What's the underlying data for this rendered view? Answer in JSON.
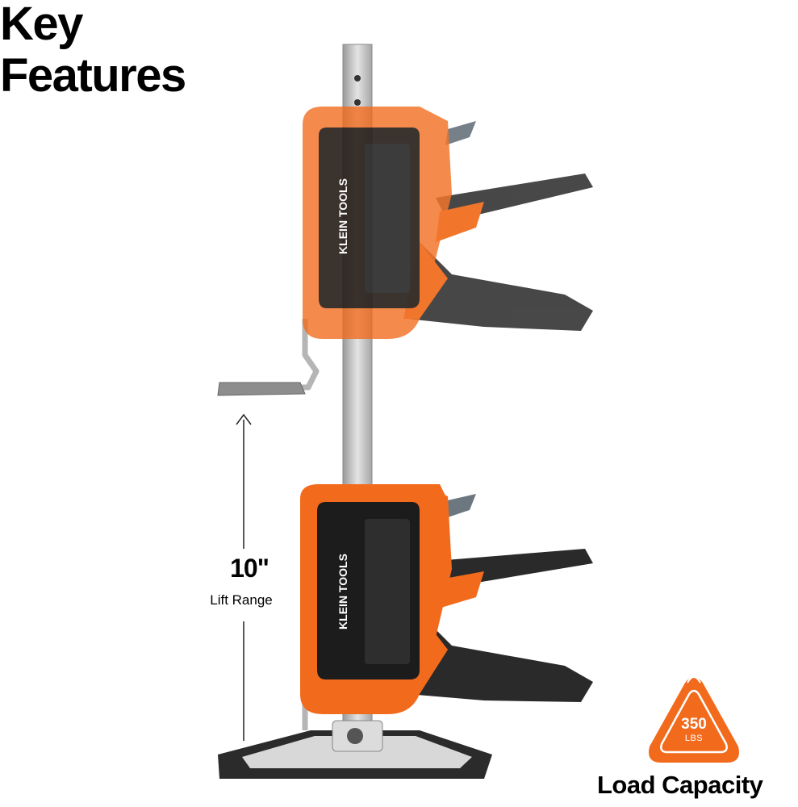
{
  "heading": {
    "line1": "Key",
    "line2": "Features"
  },
  "lift": {
    "value": "10\"",
    "label": "Lift Range"
  },
  "load": {
    "value": "350",
    "unit": "LBS",
    "label": "Load Capacity"
  },
  "brand": {
    "line1": "KLEIN",
    "line2": "TOOLS"
  },
  "colors": {
    "accent": "#f26b1d",
    "dark": "#1c1c1c",
    "steel": "#c9c9c9"
  }
}
